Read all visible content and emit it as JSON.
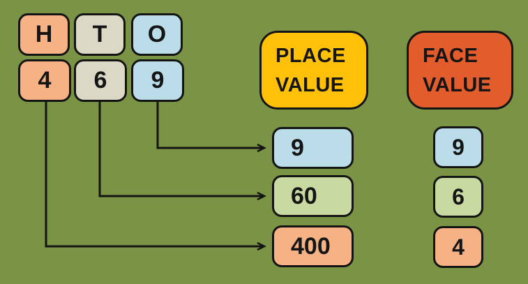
{
  "scene": {
    "background_color": "#7A9345",
    "line_color": "#141414",
    "text_color": "#151515"
  },
  "hto_columns": [
    {
      "letter": "H",
      "digit": "4",
      "color": "#F6B285"
    },
    {
      "letter": "T",
      "digit": "6",
      "color": "#DBD9C5"
    },
    {
      "letter": "O",
      "digit": "9",
      "color": "#BBDDE9"
    }
  ],
  "headers": {
    "place_value": {
      "line1": "PLACE",
      "line2": "VALUE",
      "color": "#FFC008"
    },
    "face_value": {
      "line1": "FACE",
      "line2": "VALUE",
      "color": "#E35C2B"
    }
  },
  "place_values": [
    {
      "value": "9",
      "color": "#BBDDE9"
    },
    {
      "value": "60",
      "color": "#C8DAA2"
    },
    {
      "value": "400",
      "color": "#F6B285"
    }
  ],
  "face_values": [
    {
      "value": "9",
      "color": "#BBDDE9"
    },
    {
      "value": "6",
      "color": "#C8DAA2"
    },
    {
      "value": "4",
      "color": "#F6B285"
    }
  ]
}
